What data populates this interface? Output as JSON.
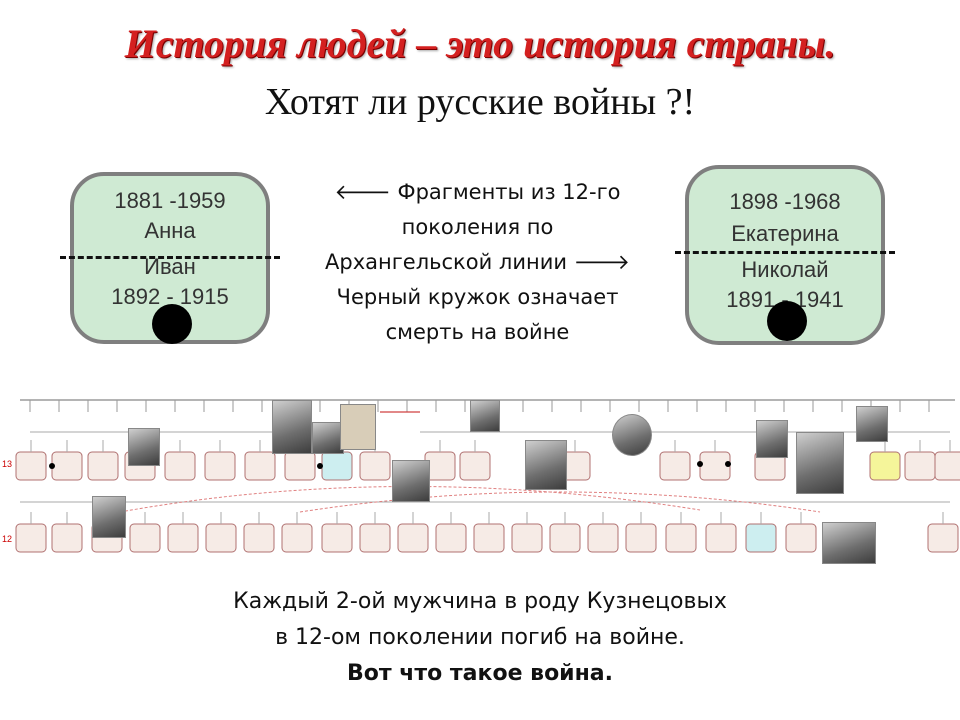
{
  "slide": {
    "title": "История людей – это история страны.",
    "subtitle": "Хотят ли русские войны ?!"
  },
  "left_card": {
    "years_top": "1881 -1959",
    "name_top": "Анна",
    "name_bottom": "Иван",
    "years_bottom": "1892 - 1915"
  },
  "right_card": {
    "years_top": "1898 -1968",
    "name_top": "Екатерина",
    "name_bottom": "Николай",
    "years_bottom": "1891 - 1941"
  },
  "center_text": {
    "line1": "🡐 Фрагменты из 12-го",
    "line2": "поколения по",
    "line3": "Архангельской линии 🡒",
    "line4": "Черный кружок означает",
    "line5": "смерть на войне"
  },
  "tree": {
    "generation_top": "13",
    "generation_bottom": "12"
  },
  "caption": {
    "line1": "Каждый 2-ой мужчина в роду Кузнецовых",
    "line2": "в 12-ом поколении погиб на войне.",
    "line3": "Вот что такое война."
  }
}
